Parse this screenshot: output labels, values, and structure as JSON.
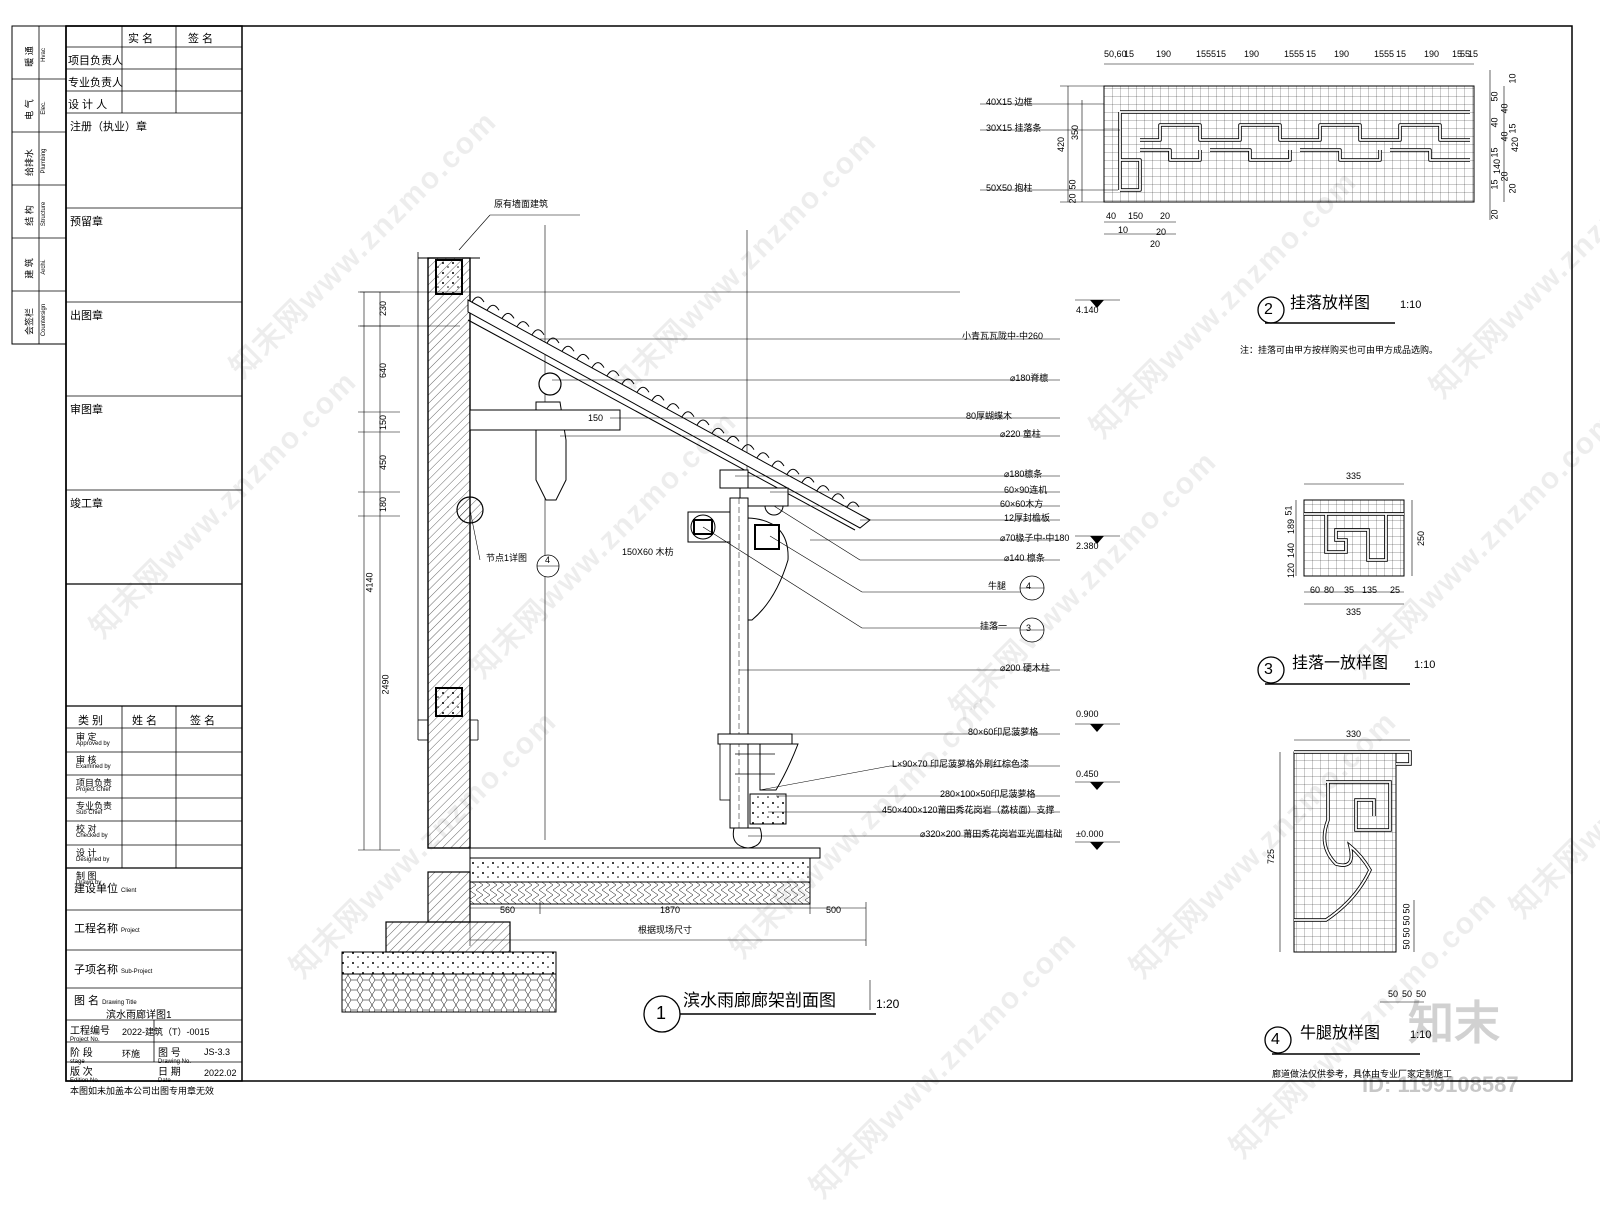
{
  "side_strip": [
    {
      "zh": "暖 通",
      "en": "Hvac"
    },
    {
      "zh": "电 气",
      "en": "Elec."
    },
    {
      "zh": "给排水",
      "en": "Plumbing"
    },
    {
      "zh": "结 构",
      "en": "Structure"
    },
    {
      "zh": "建 筑",
      "en": "Archi."
    },
    {
      "zh": "会签栏",
      "en": "Countersign"
    }
  ],
  "title_block": {
    "header": {
      "col1": "实 名",
      "col2": "签 名"
    },
    "persons": [
      "项目负责人",
      "专业负责人",
      "设 计 人"
    ],
    "stamps": [
      "注册（执业）章",
      "预留章",
      "出图章",
      "审图章",
      "竣工章"
    ],
    "sign_header": {
      "c1": "类 别",
      "c2": "姓 名",
      "c3": "签 名"
    },
    "roles": [
      {
        "zh": "审 定",
        "en": "Approved by"
      },
      {
        "zh": "审 核",
        "en": "Examined by"
      },
      {
        "zh": "项目负责",
        "en": "Project Chief"
      },
      {
        "zh": "专业负责",
        "en": "Sub Chief"
      },
      {
        "zh": "校 对",
        "en": "Checked by"
      },
      {
        "zh": "设 计",
        "en": "Designed by"
      },
      {
        "zh": "制 图",
        "en": "Drawn by"
      }
    ],
    "client_label": "建设单位",
    "client_en": "Client",
    "project_label": "工程名称",
    "project_en": "Project",
    "subproject_label": "子项名称",
    "subproject_en": "Sub-Project",
    "drawing_title_label": "图 名",
    "drawing_title_en": "Drawing Title",
    "drawing_title": "滨水雨廊详图1",
    "project_no_label": "工程编号",
    "project_no_en": "Project No.",
    "project_no": "2022-建筑（T）-0015",
    "stage_label": "阶 段",
    "stage_en": "stage",
    "stage": "环施",
    "drawing_no_label": "图 号",
    "drawing_no_en": "Drawing No.",
    "drawing_no": "JS-3.3",
    "edition_label": "版 次",
    "edition_en": "Edition No.",
    "date_label": "日 期",
    "date_en": "Date",
    "date": "2022.02",
    "footer_note": "本图如未加盖本公司出图专用章无效"
  },
  "section": {
    "top_note": "原有墙面建筑",
    "labels": [
      "小青瓦瓦陇中-中260",
      "⌀180脊檩",
      "80厚蝴蝶木",
      "⌀220 童柱",
      "⌀180檩条",
      "60×90连机",
      "60×60木方",
      "12厚封檐板",
      "⌀70椽子中-中180",
      "⌀140 檩条",
      "牛腿",
      "挂落一",
      "⌀200 硬木柱",
      "80×60印尼菠萝格",
      "L×90×70 印尼菠萝格外刷红棕色漆",
      "280×100×50印尼菠萝格",
      "450×400×120莆田秀花岗岩（荔枝面）支撑",
      "⌀320×200 莆田秀花岗岩亚光面柱础"
    ],
    "ref_circles": [
      {
        "top": "4",
        "bottom": "—"
      },
      {
        "top": "3",
        "bottom": "—"
      }
    ],
    "elevations": [
      "4.140",
      "2.380",
      "0.900",
      "0.450",
      "±0.000"
    ],
    "left_dims": [
      "230",
      "640",
      "150",
      "450",
      "180",
      "4140",
      "2490"
    ],
    "dim_150": "150",
    "node_label": "节点1详图",
    "node_ref": "4",
    "wood_label": "150X60 木枋",
    "bottom_dims": [
      "560",
      "1870",
      "500"
    ],
    "site_note": "根据现场尺寸",
    "title_num": "1",
    "title": "滨水雨廊廊架剖面图",
    "scale": "1:20"
  },
  "detail2": {
    "top_dims": [
      "50,60",
      "15",
      "190",
      "15",
      "55",
      "15",
      "190",
      "15",
      "55",
      "15",
      "190",
      "15",
      "55",
      "15",
      "190",
      "15",
      "55",
      "15"
    ],
    "labels": [
      "40X15 边框",
      "30X15 挂落条",
      "50X50 抱柱"
    ],
    "left_dims": [
      "420",
      "350",
      "50",
      "20"
    ],
    "right_dims": [
      "10",
      "50",
      "40",
      "40",
      "15",
      "420",
      "40",
      "15",
      "140",
      "20",
      "15",
      "20",
      "20"
    ],
    "bottom_dims": [
      "40",
      "150",
      "20",
      "10",
      "20",
      "20"
    ],
    "title_num": "2",
    "title": "挂落放样图",
    "scale": "1:10",
    "note": "注：挂落可由甲方按样购买也可由甲方成品选购。"
  },
  "detail3": {
    "top_dim": "335",
    "left_dims": [
      "51",
      "189",
      "140",
      "120"
    ],
    "right_dim": "250",
    "bottom_dims": [
      "60",
      "80",
      "35",
      "135",
      "25"
    ],
    "bottom_total": "335",
    "title_num": "3",
    "title": "挂落一放样图",
    "scale": "1:10"
  },
  "detail4": {
    "top_dim": "330",
    "left_dim": "725",
    "right_dims": [
      "50",
      "50",
      "50",
      "50"
    ],
    "bottom_dims": [
      "50",
      "50",
      "50"
    ],
    "title_num": "4",
    "title": "牛腿放样图",
    "scale": "1:10",
    "note": "廊道做法仅供参考，具体由专业厂家定制施工"
  },
  "watermark": {
    "text": "知末网www.znzmo.com",
    "logo": "知末",
    "id": "ID: 1199108587"
  }
}
